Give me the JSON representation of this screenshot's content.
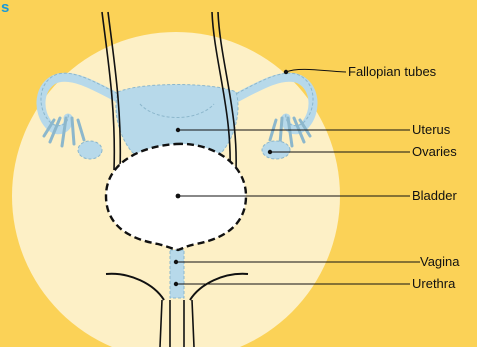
{
  "header": {
    "corner_text": "s"
  },
  "labels": {
    "fallopian_tubes": "Fallopian tubes",
    "uterus": "Uterus",
    "ovaries": "Ovaries",
    "bladder": "Bladder",
    "vagina": "Vagina",
    "urethra": "Urethra"
  },
  "colors": {
    "background": "#fbd257",
    "circle": "#fdf0c6",
    "organ_fill": "#b7d9ea",
    "organ_outline": "#8cb7cc",
    "line": "#111111",
    "corner_text": "#1a9ad8"
  }
}
